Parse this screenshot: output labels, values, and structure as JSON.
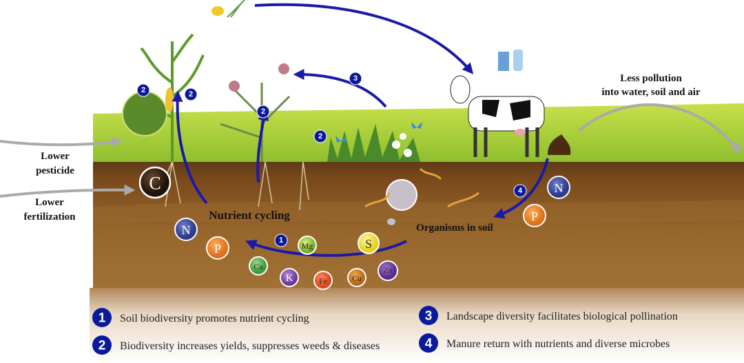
{
  "labels": {
    "lower_pesticide": [
      "Lower",
      "pesticide"
    ],
    "lower_fertilization": [
      "Lower",
      "fertilization"
    ],
    "less_pollution": [
      "Less pollution",
      "into water, soil and air"
    ],
    "nutrient_cycling": "Nutrient cycling",
    "organisms_in_soil": "Organisms in soil"
  },
  "elements": {
    "carbon": "C",
    "nutrients": [
      "N",
      "P",
      "Ca",
      "K",
      "Fe",
      "Cu",
      "Zn",
      "Mg",
      "S"
    ],
    "manure_nutrients": [
      "N",
      "P"
    ]
  },
  "badges": [
    "1",
    "2",
    "3",
    "4"
  ],
  "legend": [
    {
      "num": "1",
      "text": "Soil biodiversity promotes nutrient cycling"
    },
    {
      "num": "2",
      "text": "Biodiversity increases yields, suppresses weeds & diseases"
    },
    {
      "num": "3",
      "text": "Landscape diversity facilitates biological pollination"
    },
    {
      "num": "4",
      "text": "Manure return with nutrients and diverse microbes"
    }
  ],
  "colors": {
    "arrow": "#1a1aa8",
    "grass": "#a9cf3a",
    "soil": "#8a5a26",
    "badge": "#0a1a9a"
  }
}
